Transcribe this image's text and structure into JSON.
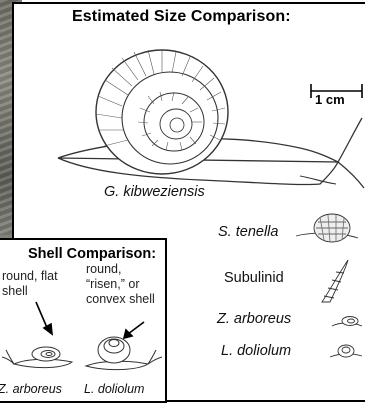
{
  "title": "Estimated Size Comparison:",
  "scale": {
    "label": "1 cm"
  },
  "main_species": "G. kibweziensis",
  "species_list": [
    {
      "name": "S. tenella",
      "italic": true,
      "icon": "striped-conical-snail"
    },
    {
      "name": "Subulinid",
      "italic": false,
      "icon": "elongated-spiral-shell"
    },
    {
      "name": "Z. arboreus",
      "italic": true,
      "icon": "small-flat-shell-snail"
    },
    {
      "name": "L. doliolum",
      "italic": true,
      "icon": "small-round-shell-snail"
    }
  ],
  "inset": {
    "title": "Shell Comparison:",
    "flat_caption": [
      "round, flat",
      "shell"
    ],
    "convex_caption": [
      "round,",
      "“risen,” or",
      "convex shell"
    ],
    "species": [
      "Z. arboreus",
      "L. doliolum"
    ]
  }
}
